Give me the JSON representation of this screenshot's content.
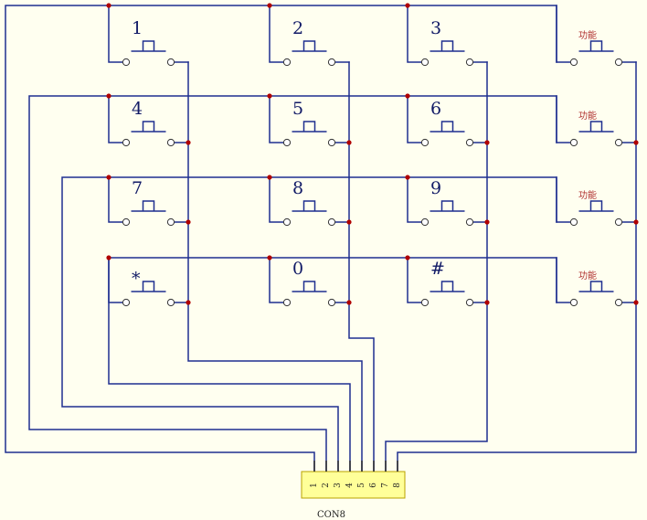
{
  "keypad": {
    "keys": [
      [
        {
          "label": "1"
        },
        {
          "label": "2"
        },
        {
          "label": "3"
        },
        {
          "label": "功能",
          "function": true
        }
      ],
      [
        {
          "label": "4"
        },
        {
          "label": "5"
        },
        {
          "label": "6"
        },
        {
          "label": "功能",
          "function": true
        }
      ],
      [
        {
          "label": "7"
        },
        {
          "label": "8"
        },
        {
          "label": "9"
        },
        {
          "label": "功能",
          "function": true
        }
      ],
      [
        {
          "label": "*"
        },
        {
          "label": "0"
        },
        {
          "label": "#"
        },
        {
          "label": "功能",
          "function": true
        }
      ]
    ]
  },
  "connector": {
    "name": "CON8",
    "pins": [
      "1",
      "2",
      "3",
      "4",
      "5",
      "6",
      "7",
      "8"
    ]
  },
  "colors": {
    "background": "#fffff0",
    "wire": "#1f2f8f",
    "junction": "#b00000",
    "key_label": "#111a66",
    "function_label": "#b03030",
    "connector_fill": "#ffff99"
  }
}
